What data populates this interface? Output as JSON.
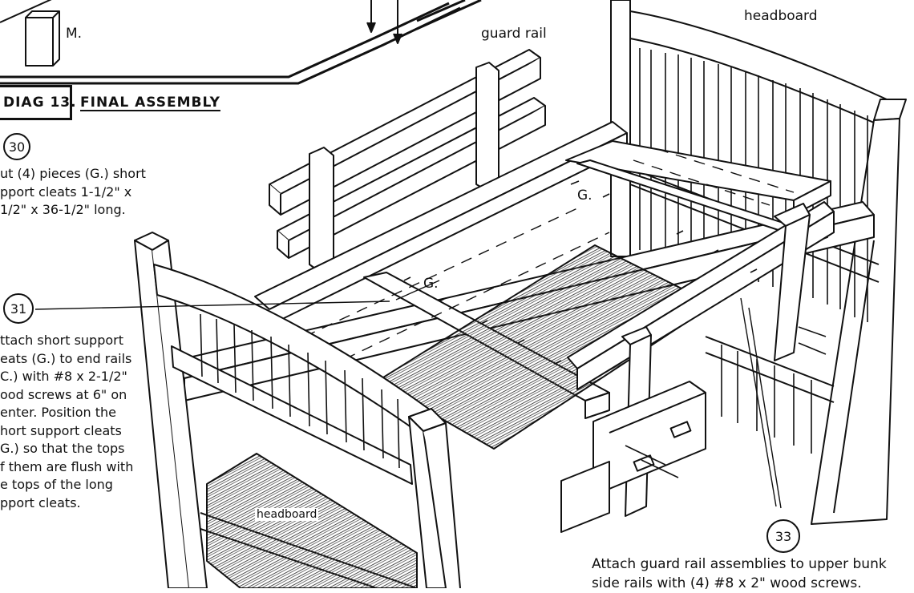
{
  "diagram": {
    "heading_number": "DIAG 13.",
    "heading_title": "FINAL ASSEMBLY",
    "labels": {
      "part_m": "M.",
      "guard_rail": "guard rail",
      "headboard_top": "headboard",
      "cleat_g_upper": "G.",
      "cleat_g_lower": "G.",
      "headboard_bottom": "headboard"
    },
    "steps": [
      {
        "number": "30",
        "lines": [
          "ut (4) pieces (G.) short",
          "pport cleats 1-1/2\" x",
          "1/2\" x 36-1/2\" long."
        ]
      },
      {
        "number": "31",
        "lines": [
          "ttach short support",
          "eats (G.) to end rails",
          "C.) with #8 x 2-1/2\"",
          "ood screws at 6\" on",
          "enter. Position the",
          "hort support cleats",
          "G.) so that the tops",
          "f them are flush with",
          "e tops of the long",
          "pport cleats."
        ]
      },
      {
        "number": "33",
        "lines": [
          "Attach guard rail assemblies to upper bunk",
          "side rails with (4) #8 x 2\" wood screws."
        ]
      }
    ],
    "colors": {
      "ink": "#111111",
      "paper": "#ffffff",
      "hatch": "#333333"
    }
  }
}
